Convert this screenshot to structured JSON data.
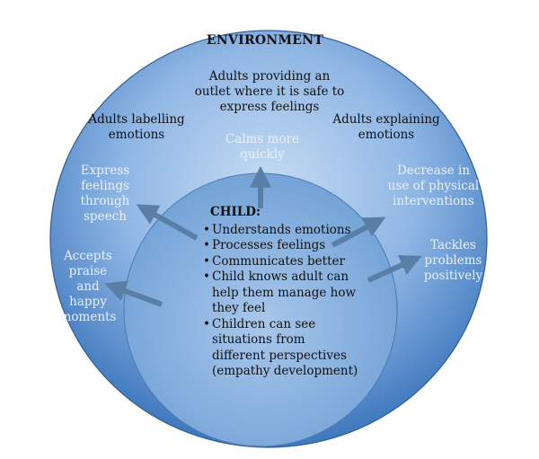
{
  "environment": {
    "title": "ENVIRONMENT",
    "outer_labels": [
      [
        "Adults providing an",
        "outlet where it is safe to",
        "express feelings"
      ],
      [
        "Adults labelling",
        "emotions"
      ],
      [
        "Adults explaining",
        "emotions"
      ]
    ]
  },
  "outcomes": [
    [
      "Calms more",
      "quickly"
    ],
    [
      "Express",
      "feelings",
      "through",
      "speech"
    ],
    [
      "Decrease in",
      "use of physical",
      "interventions"
    ],
    [
      "Accepts",
      "praise",
      "and",
      "happy",
      "moments"
    ],
    [
      "Tackles",
      "problems",
      "positively"
    ]
  ],
  "child": {
    "title": "CHILD:",
    "items": [
      [
        "Understands emotions"
      ],
      [
        "Processes feelings"
      ],
      [
        "Communicates better"
      ],
      [
        "Child knows adult can",
        "help them manage how",
        "they feel"
      ],
      [
        "Children can see",
        "situations from",
        "different perspectives",
        "(empathy development)"
      ]
    ]
  },
  "colors": {
    "outer_fill_light": "#c6dcf3",
    "outer_fill_dark": "#3d77bd",
    "inner_fill": "#6fa0d6",
    "arrow": "#5a7fa6",
    "light_text": "#e8f1fb"
  }
}
